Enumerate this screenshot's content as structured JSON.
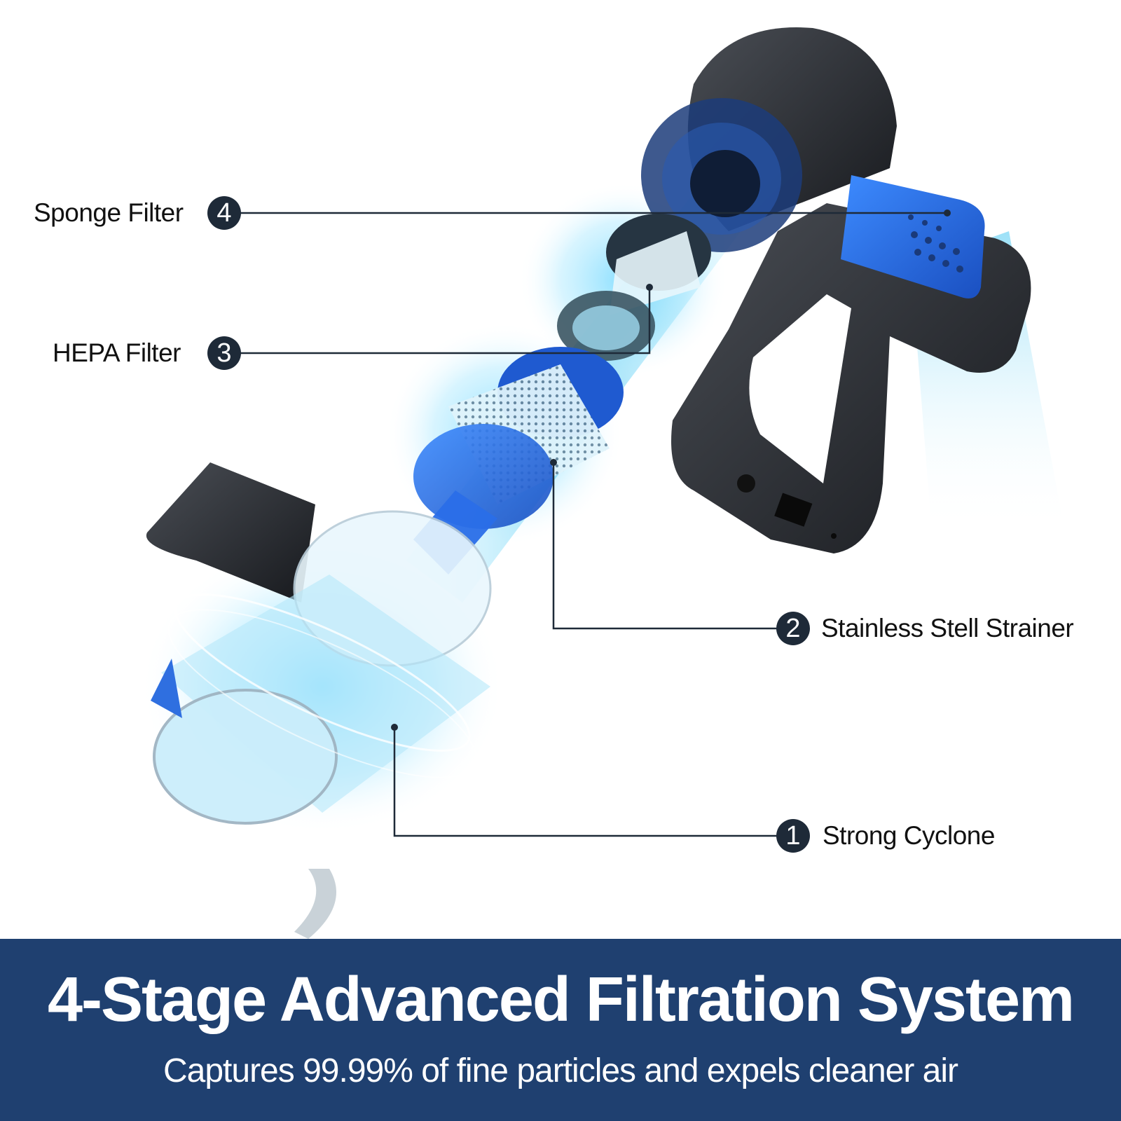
{
  "callouts": [
    {
      "number": "4",
      "label": "Sponge Filter"
    },
    {
      "number": "3",
      "label": "HEPA Filter"
    },
    {
      "number": "2",
      "label": "Stainless Stell Strainer"
    },
    {
      "number": "1",
      "label": "Strong Cyclone"
    }
  ],
  "banner": {
    "title": "4-Stage Advanced Filtration System",
    "subtitle": "Captures 99.99% of fine particles and expels cleaner air"
  },
  "colors": {
    "banner_bg": "#1f4070",
    "badge_bg": "#1e2a38",
    "accent_blue": "#2f6fe0",
    "airflow_cyan": "#5fd0f5",
    "body_dark": "#2a2d33"
  }
}
